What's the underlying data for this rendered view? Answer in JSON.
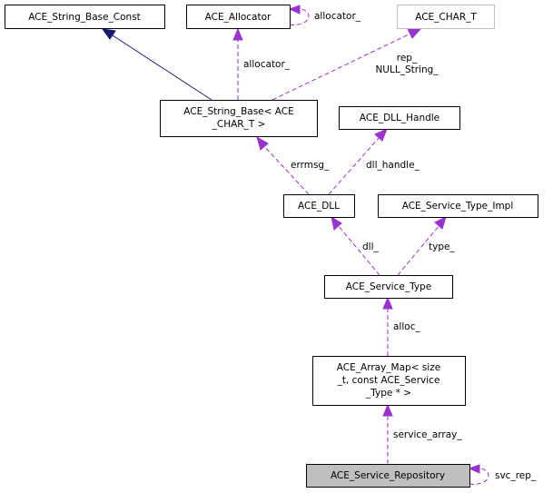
{
  "diagram": {
    "type": "collaboration-graph",
    "colors": {
      "inheritance_edge": "#191970",
      "usage_edge": "#9a32cd",
      "focus_node_fill": "#bfbfbf",
      "external_node_border": "#bfbfbf"
    },
    "nodes": {
      "string_base_const": {
        "lines": [
          "ACE_String_Base_Const"
        ]
      },
      "allocator": {
        "lines": [
          "ACE_Allocator"
        ]
      },
      "char_t": {
        "lines": [
          "ACE_CHAR_T"
        ]
      },
      "string_base": {
        "lines": [
          "ACE_String_Base< ACE",
          "_CHAR_T >"
        ]
      },
      "dll_handle": {
        "lines": [
          "ACE_DLL_Handle"
        ]
      },
      "dll": {
        "lines": [
          "ACE_DLL"
        ]
      },
      "service_type_impl": {
        "lines": [
          "ACE_Service_Type_Impl"
        ]
      },
      "service_type": {
        "lines": [
          "ACE_Service_Type"
        ]
      },
      "array_map": {
        "lines": [
          "ACE_Array_Map< size",
          "_t, const ACE_Service",
          "_Type * >"
        ]
      },
      "service_repository": {
        "lines": [
          "ACE_Service_Repository"
        ]
      }
    },
    "edges": {
      "inherit_string_base": {
        "from": "ACE_String_Base< ACE_CHAR_T >",
        "to": "ACE_String_Base_Const",
        "kind": "inheritance"
      },
      "allocator_self": {
        "label": "allocator_"
      },
      "allocator_to_string_base": {
        "label": "allocator_"
      },
      "char_t_to_string_base": {
        "label_lines": [
          "rep_",
          "NULL_String_"
        ]
      },
      "string_base_to_dll": {
        "label": "errmsg_"
      },
      "dll_handle_to_dll": {
        "label": "dll_handle_"
      },
      "dll_to_service_type": {
        "label": "dll_"
      },
      "impl_to_service_type": {
        "label": "type_"
      },
      "service_type_to_array_map": {
        "label": "alloc_"
      },
      "array_map_to_repository": {
        "label": "service_array_"
      },
      "repository_self": {
        "label": "svc_rep_"
      }
    }
  }
}
